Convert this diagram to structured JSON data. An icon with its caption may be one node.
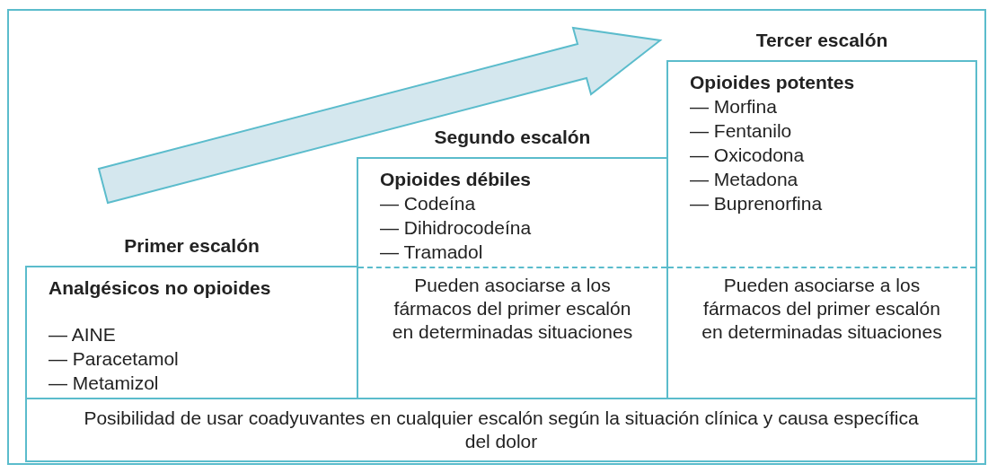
{
  "diagram": {
    "nodes": [
      {
        "text": [
          "Primer escalón",
          "Analgésicos no opioides",
          "— AINE",
          "— Paracetamol",
          "— Metamizol"
        ]
      },
      {
        "text": [
          "Segundo escalón",
          "Opioides débiles",
          "— Codeína",
          "— Dihidrocodeína",
          "— Tramadol",
          "Pueden asociarse a los fármacos del primer escalón en determinadas situaciones"
        ]
      },
      {
        "text": [
          "Tercer escalón",
          "Opioides potentes",
          "— Morfina",
          "— Fentanilo",
          "— Oxicodona",
          "— Metadona",
          "— Buprenorfina",
          "Pueden asociarse a los fármacos del primer escalón en determinadas situaciones"
        ]
      },
      {
        "text": [
          "Posibilidad de usar coadyuvantes en cualquier escalón según la situación clínica y causa específica del dolor"
        ]
      }
    ],
    "edges": []
  }
}
